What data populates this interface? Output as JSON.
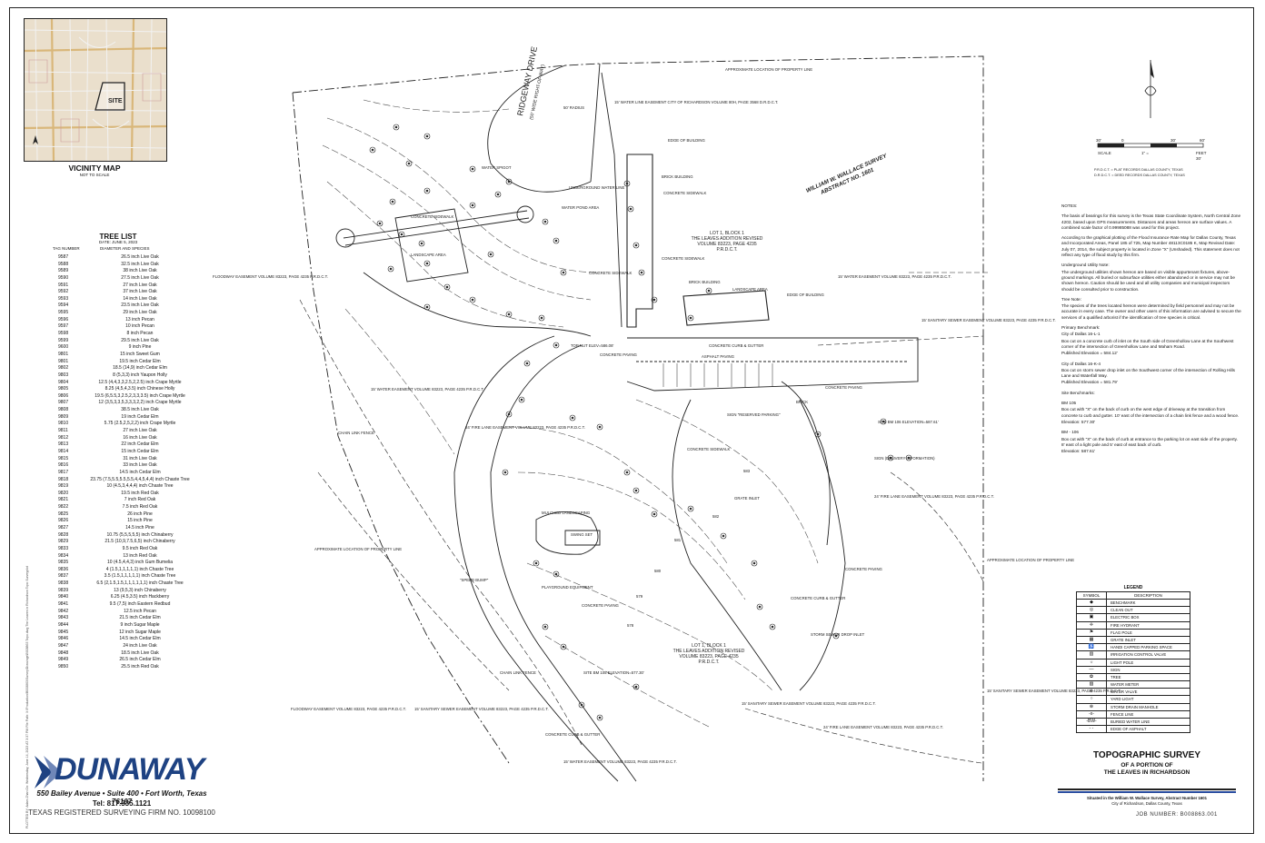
{
  "vicinity_map": {
    "site_label": "SITE",
    "title": "VICINITY MAP",
    "subtitle": "NOT TO SCALE"
  },
  "tree_list": {
    "title": "TREE LIST",
    "date": "DATE: JUNE 5, 2023",
    "col_tag": "TAG NUMBER",
    "col_desc": "DIAMETER AND SPECIES",
    "rows": [
      {
        "tag": "9587",
        "desc": "26.5 inch Live Oak"
      },
      {
        "tag": "9588",
        "desc": "32.5 inch Live Oak"
      },
      {
        "tag": "9589",
        "desc": "38 inch Live Oak"
      },
      {
        "tag": "9590",
        "desc": "27.5 inch Live Oak"
      },
      {
        "tag": "9591",
        "desc": "27 inch Live Oak"
      },
      {
        "tag": "9592",
        "desc": "37 inch Live Oak"
      },
      {
        "tag": "9593",
        "desc": "14 inch Live Oak"
      },
      {
        "tag": "9594",
        "desc": "23.5 inch Live Oak"
      },
      {
        "tag": "9595",
        "desc": "29 inch Live Oak"
      },
      {
        "tag": "9596",
        "desc": "13 inch Pecan"
      },
      {
        "tag": "9597",
        "desc": "10 inch Pecan"
      },
      {
        "tag": "9598",
        "desc": "8 inch Pecan"
      },
      {
        "tag": "9599",
        "desc": "29.5 inch Live Oak"
      },
      {
        "tag": "9600",
        "desc": "9 inch Pine"
      },
      {
        "tag": "9801",
        "desc": "15 inch Sweet Gum"
      },
      {
        "tag": "9801",
        "desc": "19.5 inch Cedar Elm"
      },
      {
        "tag": "9802",
        "desc": "18.5 (14,9) inch Cedar Elm"
      },
      {
        "tag": "9803",
        "desc": "8 (5,3,3) inch Yaupon Holly"
      },
      {
        "tag": "9804",
        "desc": "12.5 (4,4,3,3,2.5,2,2.5) inch Crape Myrtle"
      },
      {
        "tag": "9805",
        "desc": "8.25 (4,5,4,3.5) inch Chinese Holly"
      },
      {
        "tag": "9806",
        "desc": "19.5 (6,5.5,3,2.5,2,3,3,3.5) inch Crape Myrtle"
      },
      {
        "tag": "9807",
        "desc": "12 (3,5,3,3,5,3,3,3,2,2) inch Crape Myrtle"
      },
      {
        "tag": "9808",
        "desc": "38.5 inch Live Oak"
      },
      {
        "tag": "9809",
        "desc": "19 inch Cedar Elm"
      },
      {
        "tag": "9810",
        "desc": "5.75 (2.5,2,5,2,2) inch Crape Myrtle"
      },
      {
        "tag": "9811",
        "desc": "27 inch Live Oak"
      },
      {
        "tag": "9812",
        "desc": "16 inch Live Oak"
      },
      {
        "tag": "9813",
        "desc": "22 inch Cedar Elm"
      },
      {
        "tag": "9814",
        "desc": "15 inch Cedar Elm"
      },
      {
        "tag": "9815",
        "desc": "31 inch Live Oak"
      },
      {
        "tag": "9816",
        "desc": "33 inch Live Oak"
      },
      {
        "tag": "9817",
        "desc": "14.5 inch Cedar Elm"
      },
      {
        "tag": "9818",
        "desc": "23.75 (7.5,5.5,5.5,5.5,4,4,5,4,4) inch Chaste Tree"
      },
      {
        "tag": "9819",
        "desc": "10 (4.5,3,4,4,4) inch Chaste Tree"
      },
      {
        "tag": "9820",
        "desc": "19.5 inch Red Oak"
      },
      {
        "tag": "9821",
        "desc": "7 inch Red Oak"
      },
      {
        "tag": "9822",
        "desc": "7.5 inch Red Oak"
      },
      {
        "tag": "9825",
        "desc": "26 inch Pine"
      },
      {
        "tag": "9826",
        "desc": "15 inch Pine"
      },
      {
        "tag": "9827",
        "desc": "14.5 inch Pine"
      },
      {
        "tag": "9828",
        "desc": "10.75 (5,5,5,5,5) inch Chinaberry"
      },
      {
        "tag": "9829",
        "desc": "21.5 (10,9,7.5,6,5) inch Chinaberry"
      },
      {
        "tag": "9833",
        "desc": "9.5 inch Red Oak"
      },
      {
        "tag": "9834",
        "desc": "13 inch Red Oak"
      },
      {
        "tag": "9835",
        "desc": "10 (4.5,4,4,3) inch Gum Bumelia"
      },
      {
        "tag": "9836",
        "desc": "4 (1.5,1,1,1,1,1) inch Chaste Tree"
      },
      {
        "tag": "9837",
        "desc": "3.5 (1.5,1,1,1,1,1) inch Chaste Tree"
      },
      {
        "tag": "9838",
        "desc": "6.5 (2,1.5,1.5,1,1,1,1,1,1) inch Chaste Tree"
      },
      {
        "tag": "9839",
        "desc": "13 (9,5,3) inch Chinaberry"
      },
      {
        "tag": "9840",
        "desc": "6.25 (4.5,3.5) inch Hackberry"
      },
      {
        "tag": "9841",
        "desc": "9.5 (7,5) inch Eastern Redbud"
      },
      {
        "tag": "9842",
        "desc": "12.5 inch Pecan"
      },
      {
        "tag": "9843",
        "desc": "21.5 inch Cedar Elm"
      },
      {
        "tag": "9844",
        "desc": "9 inch Sugar Maple"
      },
      {
        "tag": "9845",
        "desc": "12 inch Sugar Maple"
      },
      {
        "tag": "9846",
        "desc": "14.5 inch Cedar Elm"
      },
      {
        "tag": "9847",
        "desc": "24 inch Live Oak"
      },
      {
        "tag": "9848",
        "desc": "18.5 inch Live Oak"
      },
      {
        "tag": "9849",
        "desc": "26.5 inch Cedar Elm"
      },
      {
        "tag": "9850",
        "desc": "25.5 inch Red Oak"
      }
    ]
  },
  "map": {
    "street": "RIDGEWAY DRIVE",
    "street_row": "(50' WIDE RIGHT-OF-WAY)",
    "survey": "WILLIAM W. WALLACE SURVEY",
    "abstract": "ABSTRACT NO. 1601",
    "lot_top": [
      "LOT 1, BLOCK 1",
      "THE LEAVES ADDITION REVISED",
      "VOLUME 83223, PAGE 4235",
      "P.R.D.C.T."
    ],
    "lot_bottom": [
      "LOT 1, BLOCK 1",
      "THE LEAVES ADDITION REVISED",
      "VOLUME 83223, PAGE 4235",
      "P.R.D.C.T."
    ],
    "labels": {
      "brick_building": "BRICK BUILDING",
      "brick_building2": "BRICK BUILDING",
      "edge_of_building": "EDGE OF BUILDING",
      "edge_of_building2": "EDGE OF BUILDING",
      "landscape_area": "LANDSCAPE AREA",
      "concrete_sidewalk": "CONCRETE SIDEWALK",
      "concrete_paving": "CONCRETE PAVING",
      "concrete_paving2": "CONCRETE PAVING",
      "concrete_curb": "CONCRETE CURB & GUTTER",
      "asphalt_paving": "ASPHALT PAVING",
      "brick": "BRICK",
      "chain_link": "CHAIN LINK FENCE",
      "chain_link2": "CHAIN LINK FENCE",
      "playground": "PLAYGROUND EQUIPMENT",
      "swing_set": "SWING SET",
      "mulched": "MULCHED LANDSCAPING",
      "speed_bump": "\"SPEED BUMP\"",
      "grate_inlet": "GRATE INLET",
      "storm_sewer": "STORM SEWER DROP INLET",
      "water_pond": "WATER POND AREA",
      "underground_water": "UNDERGROUND WATER LINE",
      "water_spigot": "WATER SPIGOT",
      "top_nut": "TOP NUT ELEV=586.08'",
      "floodway_top": "FLOODWAY EASEMENT VOLUME 83223, PAGE 4235 P.R.D.C.T.",
      "floodway_bottom": "FLOODWAY EASEMENT VOLUME 83223, PAGE 4235 P.R.D.C.T.",
      "water_ease_top": "15' WATER LINE EASEMENT CITY OF RICHARDSON VOLUME 80H, PAGE 3568 D.R.D.C.T.",
      "water_ease_mid": "15' WATER EASEMENT VOLUME 83223, PAGE 4235 P.R.D.C.T.",
      "water_ease_right": "15' WATER EASEMENT VOLUME 83223, PAGE 4235 P.R.D.C.T.",
      "water_ease_bottom": "15' WATER EASEMENT VOLUME 83223, PAGE 4235 P.R.D.C.T.",
      "fire_lane_mid": "24' FIRE LANE EASEMENT VOLUME 83223, PAGE 4235 P.R.D.C.T.",
      "fire_lane_right": "24' FIRE LANE EASEMENT VOLUME 83223, PAGE 4235 P.R.D.C.T.",
      "fire_lane_bottom": "24' FIRE LANE EASEMENT VOLUME 83223, PAGE 4235 P.R.D.C.T.",
      "sanitary_right": "15' SANITARY SEWER EASEMENT VOLUME 83223, PAGE 4235 P.R.D.C.T.",
      "sanitary_bottom": "15' SANITARY SEWER EASEMENT VOLUME 83223, PAGE 4235 P.R.D.C.T.",
      "sanitary_bottom2": "15' SANITARY SEWER EASEMENT VOLUME 83223, PAGE 4235 P.R.D.C.T.",
      "sanitary_far": "15' SANITARY SEWER EASEMENT VOLUME 83223, PAGE 4235 P.R.D.C.T.",
      "approx_prop_top": "APPROXIMATE LOCATION OF PROPERTY LINE",
      "approx_prop_left": "APPROXIMATE LOCATION OF PROPERTY LINE",
      "approx_prop_right": "APPROXIMATE LOCATION OF PROPERTY LINE",
      "site_bm_top": "SITE BM 106 ELEVATION=587.61'",
      "site_bm_bottom": "SITE BM 105 ELEVATION=577.30'",
      "sign_reserved": "SIGN \"RESERVED PARKING\"",
      "sign_delivery": "SIGN (DELIVERY INFORMATION)",
      "radius": "50' RADIUS",
      "contour_583": "583",
      "contour_582": "582",
      "contour_581": "581",
      "contour_580": "580",
      "contour_579": "579",
      "contour_578": "578"
    }
  },
  "scale": {
    "ticks": [
      "30'",
      "0",
      "30'",
      "60'"
    ],
    "left": "SCALE",
    "right": "FEET",
    "ratio_left": "1\" =",
    "ratio_right": "30'",
    "abbrev1": "P.R.D.C.T. = PLAT RECORDS DALLAS COUNTY, TEXAS",
    "abbrev2": "D.R.D.C.T. = DEED RECORDS DALLAS COUNTY, TEXAS"
  },
  "notes": {
    "heading": "NOTES:",
    "bearings": "The basis of bearings for this survey is the Texas State Coordinate System, North Central Zone 4202, based upon GPS measurements. Distances and areas hereon are surface values. A combined scale factor of 0.99985088 was used for this project.",
    "flood": "According to the graphical plotting of the Flood Insurance Rate Map for Dallas County, Texas and Incorporated Areas, Panel 185 of 725, Map Number 48113C0185 K, Map Revised Date: July 07, 2014, the subject property is located in Zone \"X\" (Unshaded). This statement does not reflect any type of flood study by this firm.",
    "utility_heading": "Underground Utility Note:",
    "utility": "The underground utilities shown hereon are based on visible appurtenant fixtures, above-ground markings. All buried or subsurface utilities either abandoned or in service may not be shown hereon. Caution should be used and all utility companies and municipal inspectors should be consulted prior to construction.",
    "tree_heading": "Tree Note:",
    "tree": "The species of the trees located hereon were determined by field personnel and may not be accurate in every case. The owner and other users of this information are advised to secure the services of a qualified arborist if the identification of tree species is critical.",
    "primary_heading": "Primary Benchmark:",
    "pb1_name": "City of Dallas 16-L-1",
    "pb1_desc": "Box cut on a concrete curb of inlet on the South side of Greenhollow Lane at the Southwest corner of the intersection of Greenhollow Lane and Maham Road.",
    "pb1_elev": "Published Elevation = 584.12'",
    "pb2_name": "City of Dallas 16-K-4",
    "pb2_desc": "Box cut on storm sewer drop inlet on the Southwest corner of the intersection of Rolling Hills Lane and Waterfall Way.",
    "pb2_elev": "Published Elevation = 581.79'",
    "site_heading": "Site Benchmarks:",
    "bm105_name": "BM 105",
    "bm105_desc": "Box cut with \"X\" on the back of curb on the west edge of driveway at the transition from concrete to curb and gutter. 10' east of the intersection of a chain link fence and a wood fence.",
    "bm105_elev": "Elevation: 577.30'",
    "bm106_name": "BM - 106",
    "bm106_desc": "Box cut with \"X\" on the back of curb at entrance to the parking lot on east side of the property. 8' east of a light pole and 5' east of east back of curb.",
    "bm106_elev": "Elevation: 587.61'"
  },
  "legend": {
    "title": "LEGEND",
    "col_symbol": "SYMBOL",
    "col_desc": "DESCRIPTION",
    "rows": [
      {
        "sym": "◆",
        "desc": "BENCHMARK"
      },
      {
        "sym": "◎",
        "desc": "CLEAN OUT"
      },
      {
        "sym": "▣",
        "desc": "ELECTRIC BOX"
      },
      {
        "sym": "✛",
        "desc": "FIRE HYDRANT"
      },
      {
        "sym": "⚑",
        "desc": "FLAG POLE"
      },
      {
        "sym": "▦",
        "desc": "GRATE INLET"
      },
      {
        "sym": "♿",
        "desc": "HANDI CAPPED PARKING SPACE"
      },
      {
        "sym": "▥",
        "desc": "IRRIGATION CONTROL VALVE"
      },
      {
        "sym": "☼",
        "desc": "LIGHT POLE"
      },
      {
        "sym": "—",
        "desc": "SIGN"
      },
      {
        "sym": "✿",
        "desc": "TREE"
      },
      {
        "sym": "▨",
        "desc": "WATER METER"
      },
      {
        "sym": "⊗",
        "desc": "WATER VALVE"
      },
      {
        "sym": "○",
        "desc": "YARD LIGHT"
      },
      {
        "sym": "⊕",
        "desc": "STORM DRAIN MANHOLE"
      },
      {
        "sym": "-x-",
        "desc": "FENCE LINE"
      },
      {
        "sym": "-BW-",
        "desc": "BURIED WATER LINE"
      },
      {
        "sym": "- -",
        "desc": "EDGE OF ASPHALT"
      }
    ]
  },
  "title_block": {
    "title": "TOPOGRAPHIC SURVEY",
    "line2": "OF A PORTION OF",
    "line3": "THE LEAVES IN RICHARDSON",
    "situated1": "Situated in the William W. Wallace Survey, Abstract Number 1601",
    "situated2": "City of Richardson, Dallas County, Texas",
    "job_number": "JOB NUMBER:  B008863.001"
  },
  "company": {
    "name": "DUNAWAY",
    "address": "550 Bailey Avenue • Suite 400 • Fort Worth, Texas 76107",
    "tel": "Tel: 817.335.1121",
    "firm": "TEXAS REGISTERED SURVEYING FIRM NO. 10098100",
    "brand_color": "#1e4282"
  },
  "sidebar_text": "PLOTTED BY: Adam Zhan On: Wednesday, June 14, 2023 AT 3:37 PM File Path: X:\\Production\\B008863\\Survey\\Drawings\\B008863 Topo.dwg The Leaves in Richardson Topo Surveyplot"
}
